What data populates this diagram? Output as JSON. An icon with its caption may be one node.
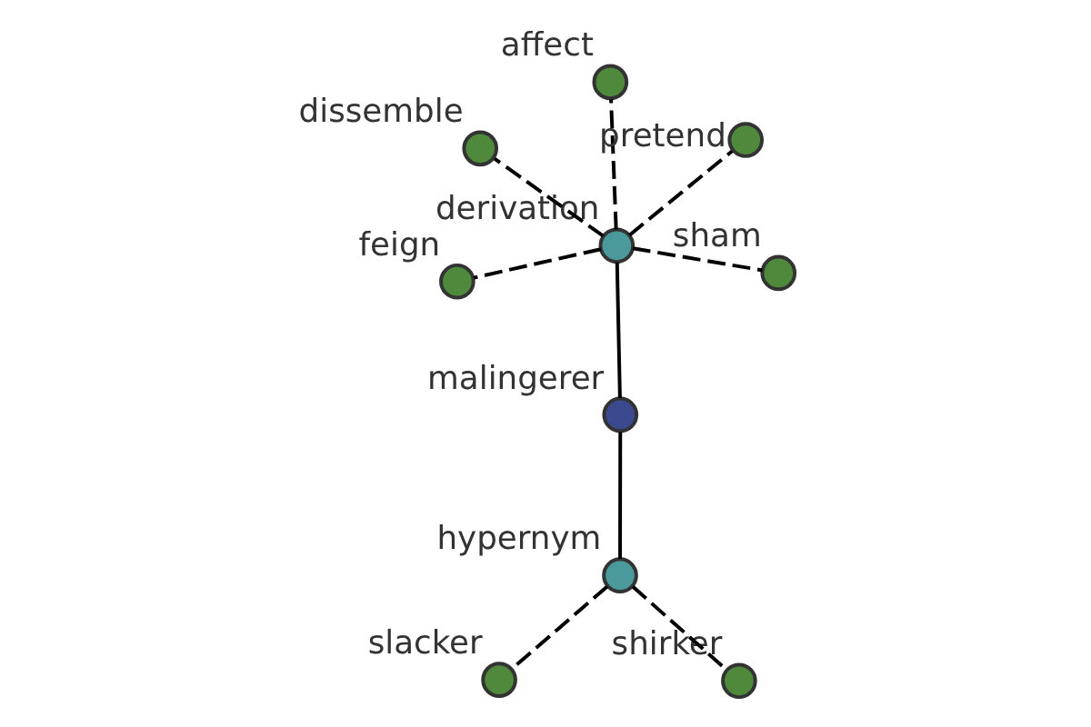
{
  "diagram": {
    "nodes": [
      {
        "text": [
          "malingerer"
        ]
      },
      {
        "text": [
          "derivation"
        ]
      },
      {
        "text": [
          "hypernym"
        ]
      },
      {
        "text": [
          "affect"
        ]
      },
      {
        "text": [
          "pretend"
        ]
      },
      {
        "text": [
          "dissemble"
        ]
      },
      {
        "text": [
          "feign"
        ]
      },
      {
        "text": [
          "sham"
        ]
      },
      {
        "text": [
          "slacker"
        ]
      },
      {
        "text": [
          "shirker"
        ]
      }
    ],
    "edges": [
      {
        "from": 0,
        "to": 1,
        "arrow": "none"
      },
      {
        "from": 0,
        "to": 2,
        "arrow": "none"
      },
      {
        "from": 1,
        "to": 3,
        "arrow": "none",
        "style": "dashed"
      },
      {
        "from": 1,
        "to": 4,
        "arrow": "none",
        "style": "dashed"
      },
      {
        "from": 1,
        "to": 5,
        "arrow": "none",
        "style": "dashed"
      },
      {
        "from": 1,
        "to": 6,
        "arrow": "none",
        "style": "dashed"
      },
      {
        "from": 1,
        "to": 7,
        "arrow": "none",
        "style": "dashed"
      },
      {
        "from": 2,
        "to": 8,
        "arrow": "none",
        "style": "dashed"
      },
      {
        "from": 2,
        "to": 9,
        "arrow": "none",
        "style": "dashed"
      }
    ]
  }
}
